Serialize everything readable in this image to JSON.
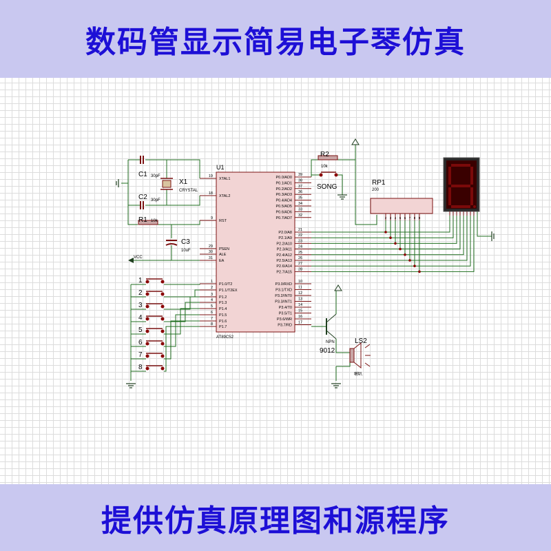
{
  "header": {
    "title": "数码管显示简易电子琴仿真"
  },
  "footer": {
    "subtitle": "提供仿真原理图和源程序"
  },
  "schematic": {
    "mcu": {
      "ref": "U1",
      "part": "AT89C52",
      "left_pins": [
        {
          "num": "19",
          "name": "XTAL1"
        },
        {
          "num": "18",
          "name": "XTAL2"
        },
        {
          "num": "9",
          "name": "RST"
        },
        {
          "num": "29",
          "name": "PSEN"
        },
        {
          "num": "30",
          "name": "ALE"
        },
        {
          "num": "31",
          "name": "EA"
        },
        {
          "num": "1",
          "name": "P1.0/T2"
        },
        {
          "num": "2",
          "name": "P1.1/T2EX"
        },
        {
          "num": "3",
          "name": "P1.2"
        },
        {
          "num": "4",
          "name": "P1.3"
        },
        {
          "num": "5",
          "name": "P1.4"
        },
        {
          "num": "6",
          "name": "P1.5"
        },
        {
          "num": "7",
          "name": "P1.6"
        },
        {
          "num": "8",
          "name": "P1.7"
        }
      ],
      "right_pins": [
        {
          "num": "39",
          "name": "P0.0/AD0"
        },
        {
          "num": "38",
          "name": "P0.1/AD1"
        },
        {
          "num": "37",
          "name": "P0.2/AD2"
        },
        {
          "num": "36",
          "name": "P0.3/AD3"
        },
        {
          "num": "35",
          "name": "P0.4/AD4"
        },
        {
          "num": "34",
          "name": "P0.5/AD5"
        },
        {
          "num": "33",
          "name": "P0.6/AD6"
        },
        {
          "num": "32",
          "name": "P0.7/AD7"
        },
        {
          "num": "21",
          "name": "P2.0/A8"
        },
        {
          "num": "22",
          "name": "P2.1/A9"
        },
        {
          "num": "23",
          "name": "P2.2/A10"
        },
        {
          "num": "24",
          "name": "P2.3/A11"
        },
        {
          "num": "25",
          "name": "P2.4/A12"
        },
        {
          "num": "26",
          "name": "P2.5/A13"
        },
        {
          "num": "27",
          "name": "P2.6/A14"
        },
        {
          "num": "28",
          "name": "P2.7/A15"
        },
        {
          "num": "10",
          "name": "P3.0/RXD"
        },
        {
          "num": "11",
          "name": "P3.1/TXD"
        },
        {
          "num": "12",
          "name": "P3.2/INT0"
        },
        {
          "num": "13",
          "name": "P3.3/INT1"
        },
        {
          "num": "14",
          "name": "P3.4/T0"
        },
        {
          "num": "15",
          "name": "P3.5/T1"
        },
        {
          "num": "16",
          "name": "P3.6/WR"
        },
        {
          "num": "17",
          "name": "P3.7/RD"
        }
      ]
    },
    "components": {
      "c1_ref": "C1",
      "c1_val": "30pF",
      "c2_ref": "C2",
      "c2_val": "30pF",
      "x1_ref": "X1",
      "x1_val": "CRYSTAL",
      "r1_ref": "R1",
      "r1_val": "10k",
      "c3_ref": "C3",
      "c3_val": "10uF",
      "vcc": "VCC",
      "r2_ref": "R2",
      "r2_val": "10k",
      "song": "SONG",
      "rp1_ref": "RP1",
      "rp1_val": "200",
      "q_type": "NPN",
      "q_part": "9012",
      "ls2_ref": "LS2",
      "ls2_label": "喇叭"
    },
    "keys": [
      "1",
      "2",
      "3",
      "4",
      "5",
      "6",
      "7",
      "8"
    ]
  }
}
